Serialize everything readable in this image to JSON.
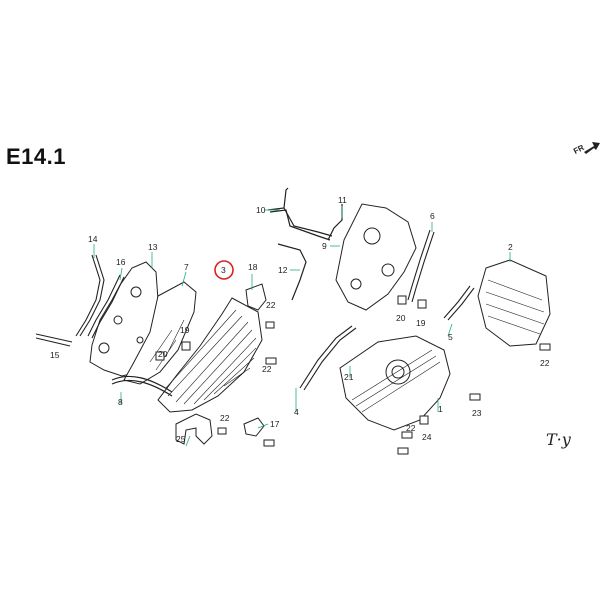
{
  "section_code": "E14.1",
  "direction_label": "FR",
  "signature": "T·y",
  "highlighted_part": "3",
  "callouts": [
    "1",
    "2",
    "3",
    "4",
    "5",
    "6",
    "7",
    "8",
    "9",
    "10",
    "11",
    "12",
    "13",
    "14",
    "15",
    "16",
    "17",
    "18",
    "19",
    "19",
    "20",
    "20",
    "21",
    "22",
    "22",
    "22",
    "22",
    "22",
    "23",
    "24",
    "25"
  ]
}
